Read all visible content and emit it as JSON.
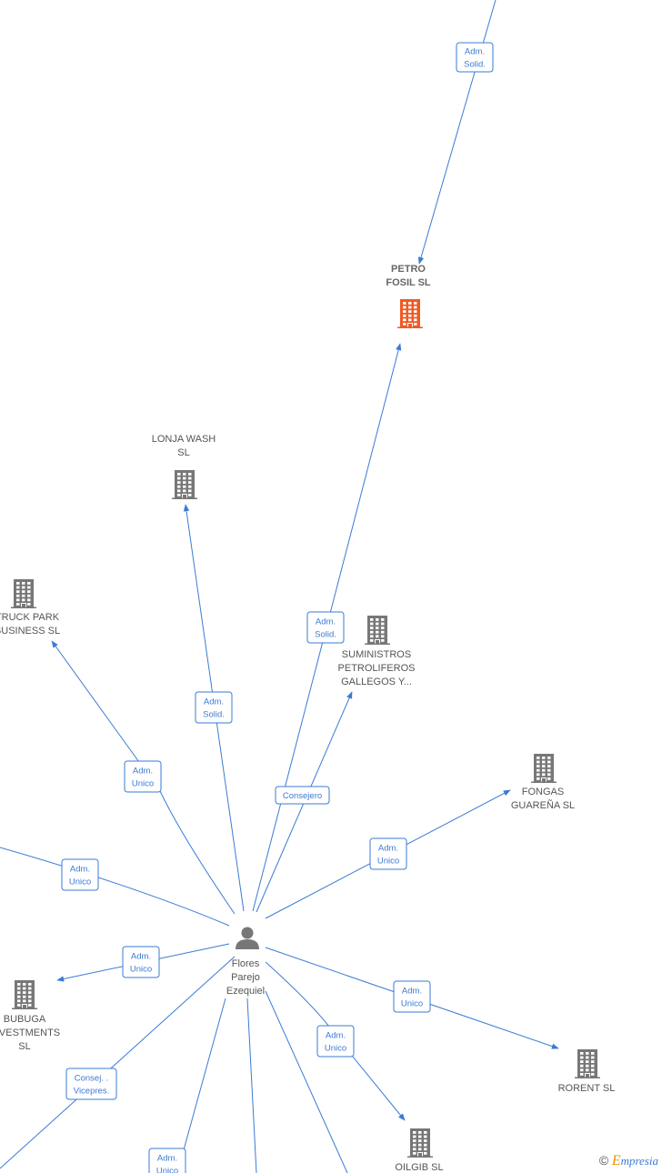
{
  "colors": {
    "edge": "#3a7bd5",
    "company": "#777777",
    "focus_company": "#f05a22",
    "person": "#777777"
  },
  "person": {
    "label_lines": [
      "Flores",
      "Parejo",
      "Ezequiel"
    ]
  },
  "nodes": [
    {
      "id": "petro",
      "lines": [
        "PETRO",
        "FOSIL  SL"
      ],
      "focus": true
    },
    {
      "id": "lonja",
      "lines": [
        "LONJA WASH",
        "SL"
      ]
    },
    {
      "id": "truck",
      "lines": [
        "TRUCK PARK",
        "BUSINESS  SL"
      ]
    },
    {
      "id": "sumin",
      "lines": [
        "SUMINISTROS",
        "PETROLIFEROS",
        "GALLEGOS Y..."
      ]
    },
    {
      "id": "fongas",
      "lines": [
        "FONGAS",
        "GUAREÑA  SL"
      ]
    },
    {
      "id": "bubuga",
      "lines": [
        "BUBUGA",
        "INVESTMENTS",
        "SL"
      ]
    },
    {
      "id": "rorent",
      "lines": [
        "RORENT  SL"
      ]
    },
    {
      "id": "oilgib",
      "lines": [
        "OILGIB  SL"
      ]
    }
  ],
  "edges": [
    {
      "id": "top",
      "label": [
        "Adm.",
        "Solid."
      ]
    },
    {
      "id": "petro",
      "label": [
        "Adm.",
        "Solid."
      ]
    },
    {
      "id": "lonja",
      "label": [
        "Adm.",
        "Solid."
      ]
    },
    {
      "id": "truck",
      "label": [
        "Adm.",
        "Unico"
      ]
    },
    {
      "id": "sumin",
      "label": [
        "Consejero"
      ]
    },
    {
      "id": "fongas",
      "label": [
        "Adm.",
        "Unico"
      ]
    },
    {
      "id": "left",
      "label": [
        "Adm.",
        "Unico"
      ]
    },
    {
      "id": "bubuga",
      "label": [
        "Adm.",
        "Unico"
      ]
    },
    {
      "id": "rorent",
      "label": [
        "Adm.",
        "Unico"
      ]
    },
    {
      "id": "oilgib",
      "label": [
        "Adm.",
        "Unico"
      ]
    },
    {
      "id": "lowleft",
      "label": [
        "Consej. .",
        "Vicepres."
      ]
    },
    {
      "id": "bottom1",
      "label": [
        "Adm.",
        "Unico"
      ]
    },
    {
      "id": "bottom2",
      "label": []
    },
    {
      "id": "bottom3",
      "label": []
    }
  ],
  "footer": {
    "symbol": "©",
    "brand_initial": "E",
    "brand_rest": "mpresia"
  }
}
